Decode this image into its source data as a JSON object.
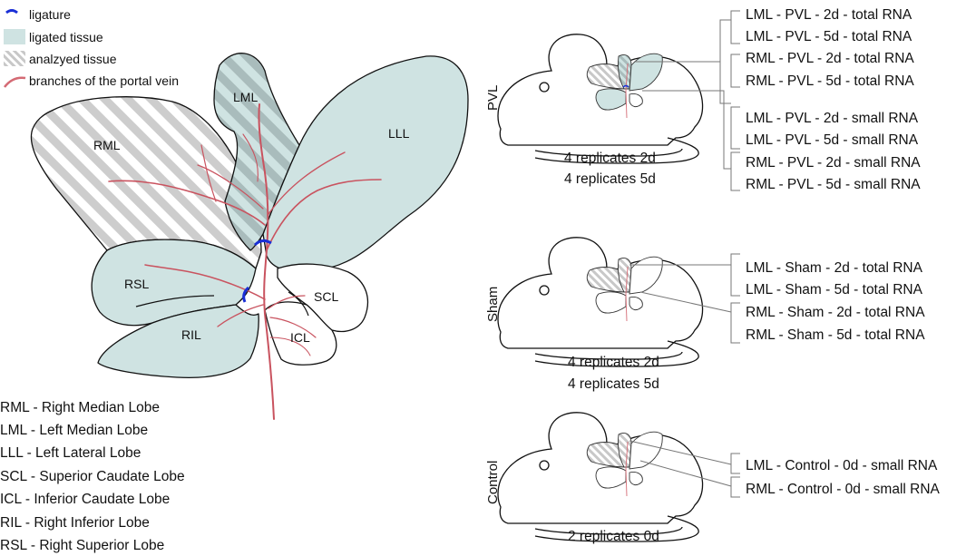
{
  "legend": [
    {
      "key": "ligature",
      "label": "ligature"
    },
    {
      "key": "ligated",
      "label": "ligated tissue"
    },
    {
      "key": "analyzed",
      "label": "analzyed tissue"
    },
    {
      "key": "portal",
      "label": "branches of the portal vein"
    }
  ],
  "lobes": {
    "RML": "RML",
    "LML": "LML",
    "LLL": "LLL",
    "RSL": "RSL",
    "RIL": "RIL",
    "SCL": "SCL",
    "ICL": "ICL"
  },
  "abbreviations": [
    "RML - Right Median Lobe",
    "LML - Left Median Lobe",
    "LLL - Left Lateral Lobe",
    "SCL - Superior Caudate Lobe",
    "ICL - Inferior Caudate Lobe",
    "RIL - Right Inferior Lobe",
    "RSL - Right Superior Lobe"
  ],
  "groups": [
    {
      "name": "PVL",
      "replicates": [
        "4 replicates 2d",
        "4 replicates 5d"
      ],
      "samples": [
        "LML - PVL - 2d - total RNA",
        "LML - PVL - 5d - total RNA",
        "RML - PVL - 2d - total RNA",
        "RML - PVL - 5d - total RNA",
        "LML - PVL - 2d - small RNA",
        "LML - PVL - 5d - small RNA",
        "RML - PVL - 2d - small RNA",
        "RML - PVL - 5d - small RNA"
      ]
    },
    {
      "name": "Sham",
      "replicates": [
        "4 replicates 2d",
        "4 replicates 5d"
      ],
      "samples": [
        "LML - Sham - 2d - total RNA",
        "LML - Sham - 5d - total RNA",
        "RML - Sham - 2d - total RNA",
        "RML - Sham - 5d - total RNA"
      ]
    },
    {
      "name": "Control",
      "replicates": [
        "2 replicates 0d"
      ],
      "samples": [
        "LML - Control - 0d - small RNA",
        "RML - Control - 0d - small RNA"
      ]
    }
  ],
  "colors": {
    "ligated": "#cfe3e2",
    "ligature": "#1a2fd6",
    "vein": "#c9535f",
    "hatch": "#c8c8c8",
    "outline": "#111111"
  }
}
